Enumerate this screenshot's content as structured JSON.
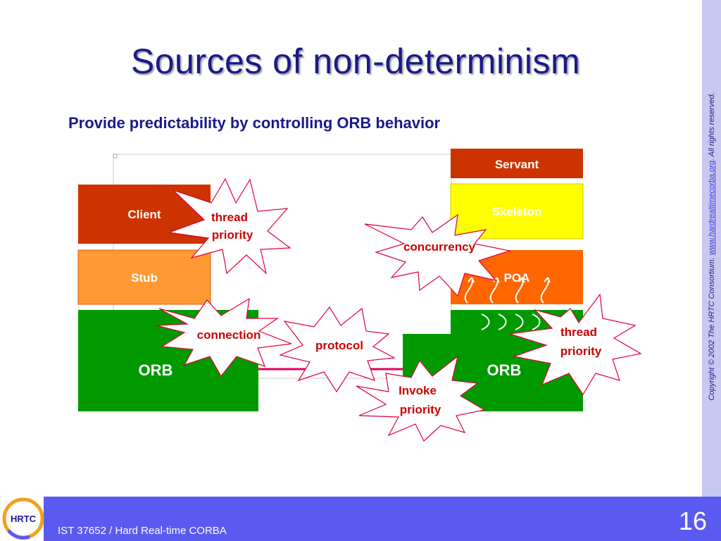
{
  "slide": {
    "title": "Sources of non-determinism",
    "subtitle": "Provide predictability by controlling ORB behavior",
    "page_number": "16",
    "footer_text": "IST 37652 / Hard Real-time CORBA",
    "copyright_prefix": "Copyright © 2002 The HRTC Consortium. ",
    "copyright_link": "www.hardrealtimecorba.org",
    "copyright_suffix": ". All rights reserved.",
    "logo_text": "HRTC"
  },
  "diagram": {
    "client": "Client",
    "stub": "Stub",
    "orb_left": "ORB",
    "orb_right": "ORB",
    "servant": "Servant",
    "skeleton": "Skeleton",
    "poa": "POA",
    "bursts": {
      "thread_priority_client": [
        "thread",
        "priority"
      ],
      "concurrency": "concurrency",
      "connection": "connection",
      "protocol": "protocol",
      "invoke_priority": [
        "Invoke",
        "priority"
      ],
      "thread_priority_server": [
        "thread",
        "priority"
      ]
    }
  },
  "colors": {
    "title": "#1a1a8c",
    "footer": "#5a5af0",
    "sidebar": "#c8c8f0",
    "client": "#cc3300",
    "stub": "#ff9933",
    "orb": "#009900",
    "servant": "#cc3300",
    "skeleton": "#ffff00",
    "poa": "#ff6600",
    "burst_text": "#cc0000",
    "link": "#e6005c"
  }
}
